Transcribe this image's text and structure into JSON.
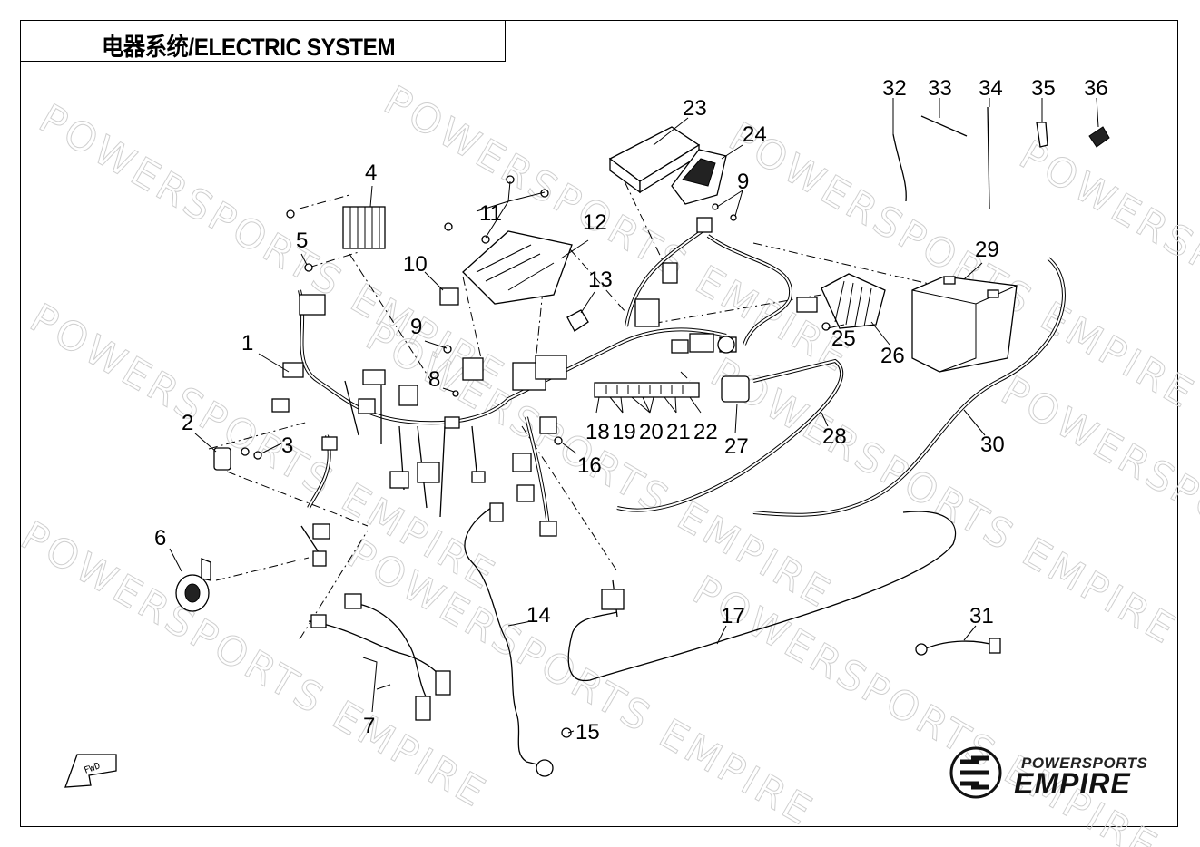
{
  "title": "电器系统/ELECTRIC SYSTEM",
  "watermark": "POWERSPORTS EMPIRE",
  "brand": {
    "top": "POWERSPORTS",
    "bottom": "EMPIRE"
  },
  "fwd_label": "FWD",
  "callouts": {
    "c1": "1",
    "c2": "2",
    "c3": "3",
    "c4": "4",
    "c5": "5",
    "c6": "6",
    "c7": "7",
    "c8": "8",
    "c9a": "9",
    "c9b": "9",
    "c10": "10",
    "c11": "11",
    "c12": "12",
    "c13": "13",
    "c14": "14",
    "c15": "15",
    "c16": "16",
    "c17": "17",
    "c18": "18",
    "c19": "19",
    "c20": "20",
    "c21": "21",
    "c22": "22",
    "c23": "23",
    "c24": "24",
    "c25": "25",
    "c26": "26",
    "c27": "27",
    "c28": "28",
    "c29": "29",
    "c30": "30",
    "c31": "31",
    "c32": "32",
    "c33": "33",
    "c34": "34",
    "c35": "35",
    "c36": "36"
  }
}
